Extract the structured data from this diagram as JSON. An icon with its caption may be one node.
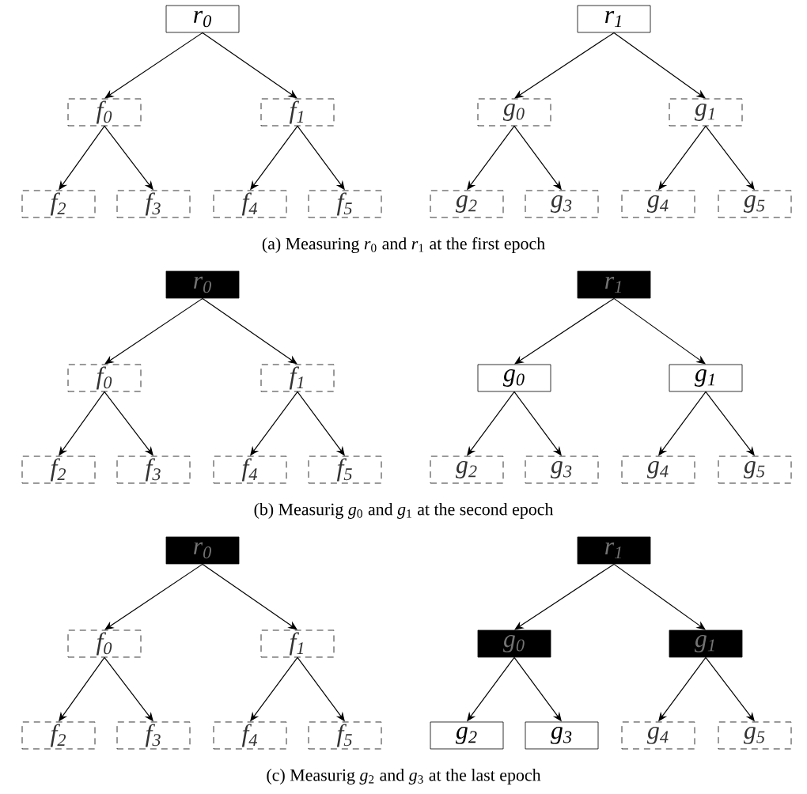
{
  "diagram": {
    "nodes": [
      {
        "text": [
          "r$_{0}$"
        ]
      },
      {
        "text": [
          "r$_{1}$"
        ]
      },
      {
        "text": [
          "f$_{0}$"
        ]
      },
      {
        "text": [
          "f$_{1}$"
        ]
      },
      {
        "text": [
          "g$_{0}$"
        ]
      },
      {
        "text": [
          "g$_{1}$"
        ]
      },
      {
        "text": [
          "f$_{2}$"
        ]
      },
      {
        "text": [
          "f$_{3}$"
        ]
      },
      {
        "text": [
          "f$_{4}$"
        ]
      },
      {
        "text": [
          "f$_{5}$"
        ]
      },
      {
        "text": [
          "g$_{2}$"
        ]
      },
      {
        "text": [
          "g$_{3}$"
        ]
      },
      {
        "text": [
          "g$_{4}$"
        ]
      },
      {
        "text": [
          "g$_{5}$"
        ]
      },
      {
        "text": [
          "r$_{0}$"
        ]
      },
      {
        "text": [
          "r$_{1}$"
        ]
      },
      {
        "text": [
          "f$_{0}$"
        ]
      },
      {
        "text": [
          "f$_{1}$"
        ]
      },
      {
        "text": [
          "g$_{0}$"
        ]
      },
      {
        "text": [
          "g$_{1}$"
        ]
      },
      {
        "text": [
          "f$_{2}$"
        ]
      },
      {
        "text": [
          "f$_{3}$"
        ]
      },
      {
        "text": [
          "f$_{4}$"
        ]
      },
      {
        "text": [
          "f$_{5}$"
        ]
      },
      {
        "text": [
          "g$_{2}$"
        ]
      },
      {
        "text": [
          "g$_{3}$"
        ]
      },
      {
        "text": [
          "g$_{4}$"
        ]
      },
      {
        "text": [
          "g$_{5}$"
        ]
      },
      {
        "text": [
          "r$_{0}$"
        ]
      },
      {
        "text": [
          "r$_{1}$"
        ]
      },
      {
        "text": [
          "f$_{0}$"
        ]
      },
      {
        "text": [
          "f$_{1}$"
        ]
      },
      {
        "text": [
          "g$_{0}$"
        ]
      },
      {
        "text": [
          "g$_{1}$"
        ]
      },
      {
        "text": [
          "f$_{2}$"
        ]
      },
      {
        "text": [
          "f$_{3}$"
        ]
      },
      {
        "text": [
          "f$_{4}$"
        ]
      },
      {
        "text": [
          "f$_{5}$"
        ]
      },
      {
        "text": [
          "g$_{2}$"
        ]
      },
      {
        "text": [
          "g$_{3}$"
        ]
      },
      {
        "text": [
          "g$_{4}$"
        ]
      },
      {
        "text": [
          "g$_{5}$"
        ]
      }
    ],
    "edges": [
      {
        "from": 0,
        "to": 2,
        "arrow": "to"
      },
      {
        "from": 0,
        "to": 3,
        "arrow": "to"
      },
      {
        "from": 2,
        "to": 6,
        "arrow": "to"
      },
      {
        "from": 2,
        "to": 7,
        "arrow": "to"
      },
      {
        "from": 3,
        "to": 8,
        "arrow": "to"
      },
      {
        "from": 3,
        "to": 9,
        "arrow": "to"
      },
      {
        "from": 1,
        "to": 4,
        "arrow": "to"
      },
      {
        "from": 1,
        "to": 5,
        "arrow": "to"
      },
      {
        "from": 4,
        "to": 10,
        "arrow": "to"
      },
      {
        "from": 4,
        "to": 11,
        "arrow": "to"
      },
      {
        "from": 5,
        "to": 12,
        "arrow": "to"
      },
      {
        "from": 5,
        "to": 13,
        "arrow": "to"
      },
      {
        "from": 14,
        "to": 16,
        "arrow": "to"
      },
      {
        "from": 14,
        "to": 17,
        "arrow": "to"
      },
      {
        "from": 16,
        "to": 20,
        "arrow": "to"
      },
      {
        "from": 16,
        "to": 21,
        "arrow": "to"
      },
      {
        "from": 17,
        "to": 22,
        "arrow": "to"
      },
      {
        "from": 17,
        "to": 23,
        "arrow": "to"
      },
      {
        "from": 15,
        "to": 18,
        "arrow": "to"
      },
      {
        "from": 15,
        "to": 19,
        "arrow": "to"
      },
      {
        "from": 18,
        "to": 24,
        "arrow": "to"
      },
      {
        "from": 18,
        "to": 25,
        "arrow": "to"
      },
      {
        "from": 19,
        "to": 26,
        "arrow": "to"
      },
      {
        "from": 19,
        "to": 27,
        "arrow": "to"
      },
      {
        "from": 28,
        "to": 30,
        "arrow": "to"
      },
      {
        "from": 28,
        "to": 31,
        "arrow": "to"
      },
      {
        "from": 30,
        "to": 34,
        "arrow": "to"
      },
      {
        "from": 30,
        "to": 35,
        "arrow": "to"
      },
      {
        "from": 31,
        "to": 36,
        "arrow": "to"
      },
      {
        "from": 31,
        "to": 37,
        "arrow": "to"
      },
      {
        "from": 29,
        "to": 32,
        "arrow": "to"
      },
      {
        "from": 29,
        "to": 33,
        "arrow": "to"
      },
      {
        "from": 32,
        "to": 38,
        "arrow": "to"
      },
      {
        "from": 32,
        "to": 39,
        "arrow": "to"
      },
      {
        "from": 33,
        "to": 40,
        "arrow": "to"
      },
      {
        "from": 33,
        "to": 41,
        "arrow": "to"
      }
    ],
    "labels": [
      "(a) Measuring *r*$_{0}$ and *r*$_{1}$ at the first epoch",
      "(b) Measurig *g*$_{0}$ and *g*$_{1}$ at the second epoch",
      "(c) Measurig *g*$_{2}$ and *g*$_{3}$ at the last epoch"
    ]
  }
}
